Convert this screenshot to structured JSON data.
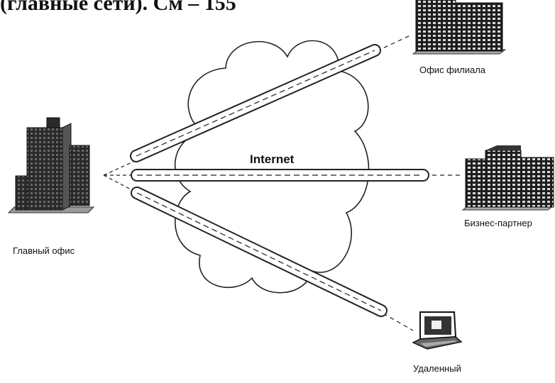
{
  "header": {
    "partial_text": "(главные сети). См – 155"
  },
  "cloud": {
    "label": "Internet"
  },
  "sites": {
    "main": {
      "label": "Главный офис"
    },
    "branch": {
      "label": "Офис филиала"
    },
    "partner": {
      "label": "Бизнес-партнер"
    },
    "remote": {
      "label": "Удаленный"
    }
  },
  "icons": {
    "main": "office-building-icon",
    "branch": "branch-building-icon",
    "partner": "partner-building-icon",
    "remote": "laptop-icon"
  }
}
